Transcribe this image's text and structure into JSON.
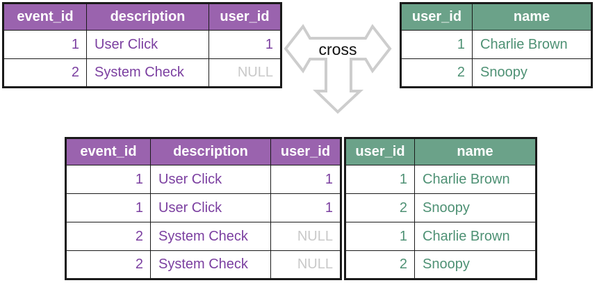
{
  "join": {
    "label": "cross"
  },
  "colors": {
    "purple_header_bg": "#9a63ae",
    "purple_cell_text": "#7b3fa0",
    "green_header_bg": "#6ba289",
    "green_cell_text": "#4e9174",
    "null_text": "#c9c9c9",
    "table_border": "#1a1a1a",
    "arrow_outline": "#cdcdcd",
    "header_text": "#ffffff"
  },
  "tables": {
    "events": {
      "headers": [
        "event_id",
        "description",
        "user_id"
      ],
      "rows": [
        [
          "1",
          "User Click",
          "1"
        ],
        [
          "2",
          "System Check",
          "NULL"
        ]
      ]
    },
    "users": {
      "headers": [
        "user_id",
        "name"
      ],
      "rows": [
        [
          "1",
          "Charlie Brown"
        ],
        [
          "2",
          "Snoopy"
        ]
      ]
    },
    "result_left": {
      "headers": [
        "event_id",
        "description",
        "user_id"
      ],
      "rows": [
        [
          "1",
          "User Click",
          "1"
        ],
        [
          "1",
          "User Click",
          "1"
        ],
        [
          "2",
          "System Check",
          "NULL"
        ],
        [
          "2",
          "System Check",
          "NULL"
        ]
      ]
    },
    "result_right": {
      "headers": [
        "user_id",
        "name"
      ],
      "rows": [
        [
          "1",
          "Charlie Brown"
        ],
        [
          "2",
          "Snoopy"
        ],
        [
          "1",
          "Charlie Brown"
        ],
        [
          "2",
          "Snoopy"
        ]
      ]
    }
  }
}
